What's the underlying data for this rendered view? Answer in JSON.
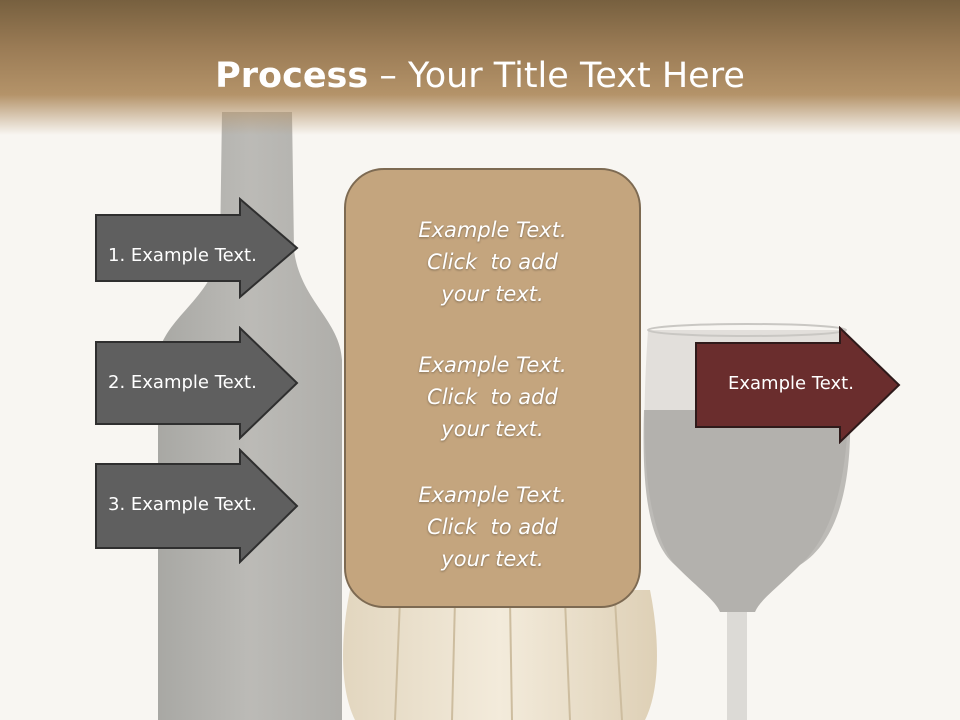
{
  "title": {
    "strong": "Process",
    "rest": " – Your Title Text Here"
  },
  "left_arrows": [
    {
      "label": "1. Example Text."
    },
    {
      "label": "2. Example Text."
    },
    {
      "label": "3. Example Text."
    }
  ],
  "center_blocks": [
    {
      "line1": "Example Text.",
      "line2": "Click  to add",
      "line3": "your text."
    },
    {
      "line1": "Example Text.",
      "line2": "Click  to add",
      "line3": "your text."
    },
    {
      "line1": "Example Text.",
      "line2": "Click  to add",
      "line3": "your text."
    }
  ],
  "right_arrow": {
    "label": "Example Text."
  },
  "colors": {
    "title_bar": "#9a7b55",
    "left_arrow_fill": "#5f5f5f",
    "center_box_fill": "#c4a57e",
    "right_arrow_fill": "#6a2d2d"
  }
}
